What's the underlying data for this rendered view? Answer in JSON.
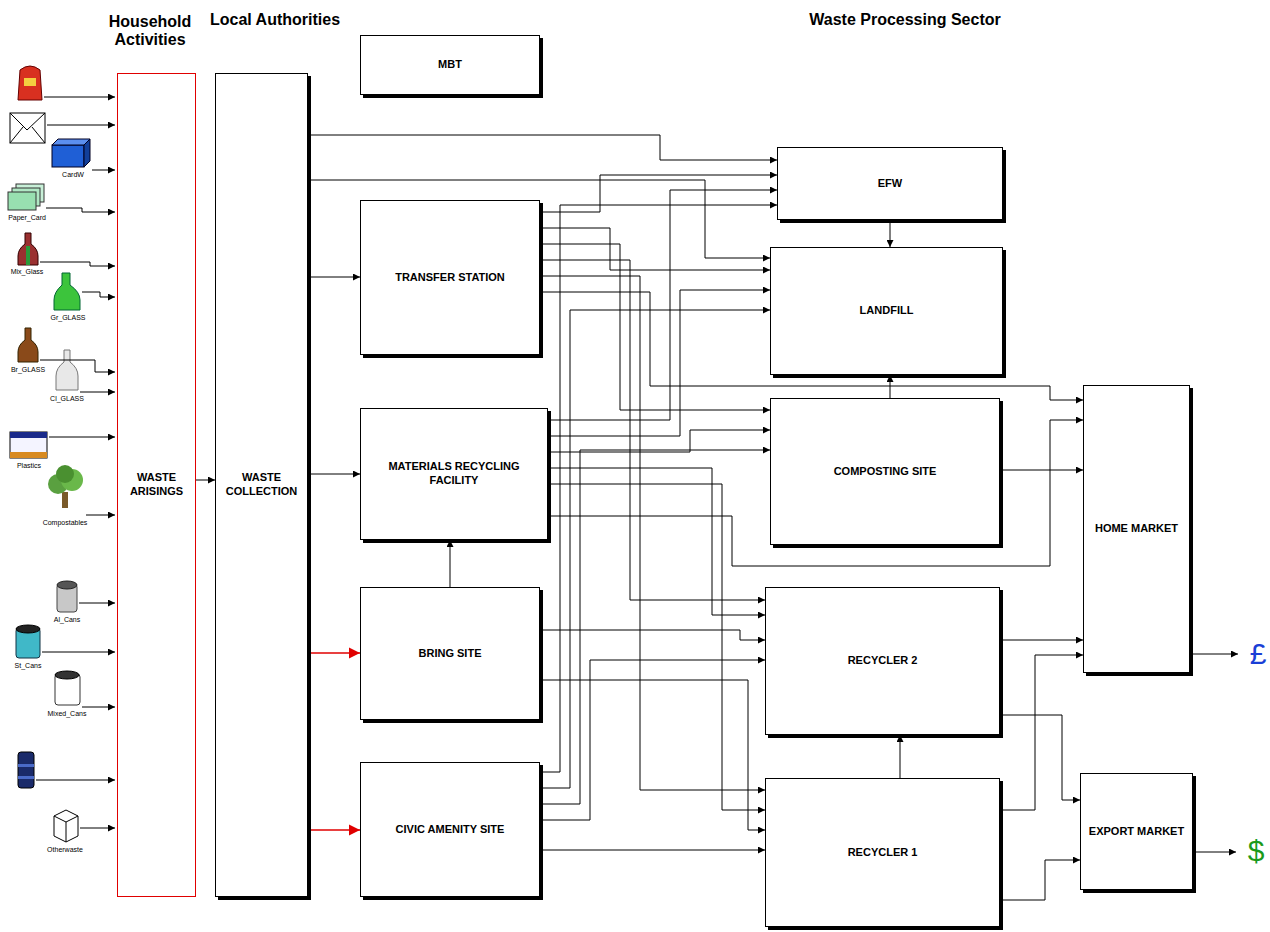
{
  "diagram": {
    "nodes": [
      {
        "text": [
          "WASTE ARISINGS"
        ]
      },
      {
        "text": [
          "WASTE COLLECTION"
        ]
      },
      {
        "text": [
          "MBT"
        ]
      },
      {
        "text": [
          "TRANSFER STATION"
        ]
      },
      {
        "text": [
          "MATERIALS RECYCLING FACILITY"
        ]
      },
      {
        "text": [
          "BRING SITE"
        ]
      },
      {
        "text": [
          "CIVIC AMENITY SITE"
        ]
      },
      {
        "text": [
          "EFW"
        ]
      },
      {
        "text": [
          "LANDFILL"
        ]
      },
      {
        "text": [
          "COMPOSTING SITE"
        ]
      },
      {
        "text": [
          "HOME MARKET"
        ]
      },
      {
        "text": [
          "RECYCLER 2"
        ]
      },
      {
        "text": [
          "RECYCLER 1"
        ]
      },
      {
        "text": [
          "EXPORT MARKET"
        ]
      }
    ],
    "edges": [
      {
        "from": 0,
        "to": 1,
        "arrow": "to"
      },
      {
        "from": 1,
        "to": 3,
        "arrow": "to"
      },
      {
        "from": 1,
        "to": 4,
        "arrow": "to"
      },
      {
        "from": 1,
        "to": 5,
        "arrow": "to"
      },
      {
        "from": 1,
        "to": 6,
        "arrow": "to"
      },
      {
        "from": 1,
        "to": 7,
        "arrow": "to"
      },
      {
        "from": 1,
        "to": 8,
        "arrow": "to"
      },
      {
        "from": 3,
        "to": 7,
        "arrow": "to"
      },
      {
        "from": 3,
        "to": 8,
        "arrow": "to"
      },
      {
        "from": 3,
        "to": 9,
        "arrow": "to"
      },
      {
        "from": 3,
        "to": 11,
        "arrow": "to"
      },
      {
        "from": 3,
        "to": 12,
        "arrow": "to"
      },
      {
        "from": 3,
        "to": 10,
        "arrow": "to"
      },
      {
        "from": 4,
        "to": 7,
        "arrow": "to"
      },
      {
        "from": 4,
        "to": 8,
        "arrow": "to"
      },
      {
        "from": 4,
        "to": 9,
        "arrow": "to"
      },
      {
        "from": 4,
        "to": 11,
        "arrow": "to"
      },
      {
        "from": 4,
        "to": 12,
        "arrow": "to"
      },
      {
        "from": 4,
        "to": 10,
        "arrow": "to"
      },
      {
        "from": 5,
        "to": 4,
        "arrow": "to"
      },
      {
        "from": 5,
        "to": 11,
        "arrow": "to"
      },
      {
        "from": 5,
        "to": 12,
        "arrow": "to"
      },
      {
        "from": 6,
        "to": 7,
        "arrow": "to"
      },
      {
        "from": 6,
        "to": 8,
        "arrow": "to"
      },
      {
        "from": 6,
        "to": 9,
        "arrow": "to"
      },
      {
        "from": 6,
        "to": 11,
        "arrow": "to"
      },
      {
        "from": 6,
        "to": 12,
        "arrow": "to"
      },
      {
        "from": 7,
        "to": 8,
        "arrow": "to"
      },
      {
        "from": 9,
        "to": 8,
        "arrow": "to"
      },
      {
        "from": 9,
        "to": 10,
        "arrow": "to"
      },
      {
        "from": 12,
        "to": 11,
        "arrow": "to"
      },
      {
        "from": 11,
        "to": 10,
        "arrow": "to"
      },
      {
        "from": 11,
        "to": 13,
        "arrow": "to"
      },
      {
        "from": 12,
        "to": 13,
        "arrow": "to"
      },
      {
        "from": 12,
        "to": 10,
        "arrow": "to"
      }
    ],
    "labels": [
      "Household Activities",
      "Local Authorities",
      "Waste Processing Sector",
      "CardW",
      "Paper_Card",
      "Mix_Glass",
      "Gr_GLASS",
      "Br_GLASS",
      "Cl_GLASS",
      "Plastics",
      "Compostables",
      "Al_Cans",
      "St_Cans",
      "Mixed_Cans",
      "Otherwaste",
      "£",
      "$"
    ]
  }
}
